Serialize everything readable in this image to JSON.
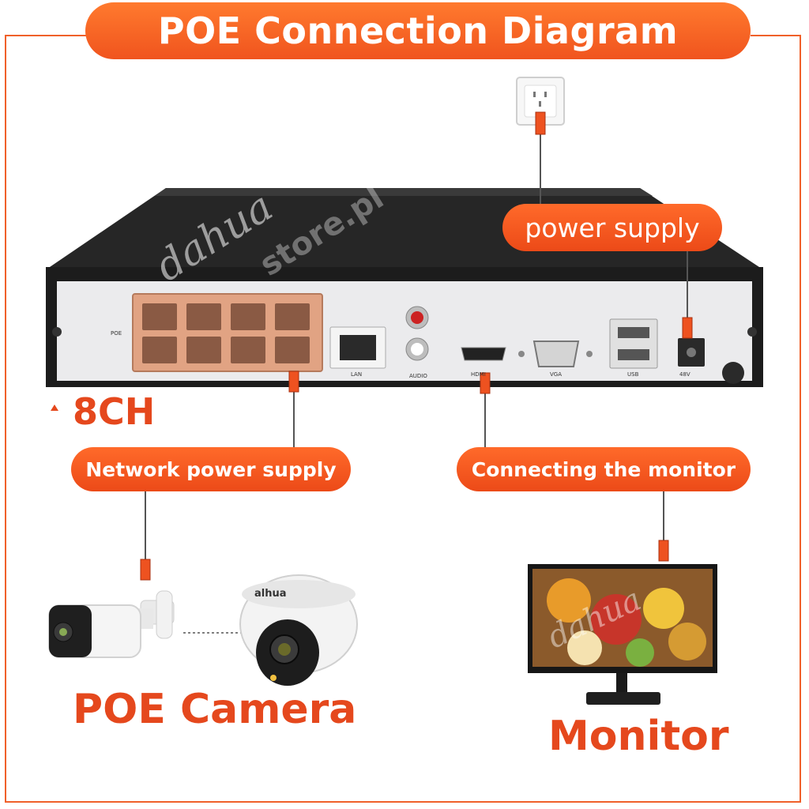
{
  "title": "POE Connection Diagram",
  "labels": {
    "power_supply": "power supply",
    "network_power_supply": "Network power supply",
    "connecting_monitor": "Connecting the monitor",
    "channels": "8CH",
    "poe_camera": "POE Camera",
    "monitor": "Monitor"
  },
  "nvr_panel": {
    "poe": "POE",
    "lan": "LAN",
    "audio": "AUDIO",
    "hdmi": "HDMI",
    "vga": "VGA",
    "usb": "USB",
    "dc": "48V"
  },
  "brand": {
    "camera_logo": "alhua",
    "watermark": "dahua",
    "watermark_store": "store.pl"
  },
  "colors": {
    "accent": "#f0602a",
    "label": "#e5481d",
    "nvr_body": "#222222",
    "panel": "#e8e8ea"
  }
}
